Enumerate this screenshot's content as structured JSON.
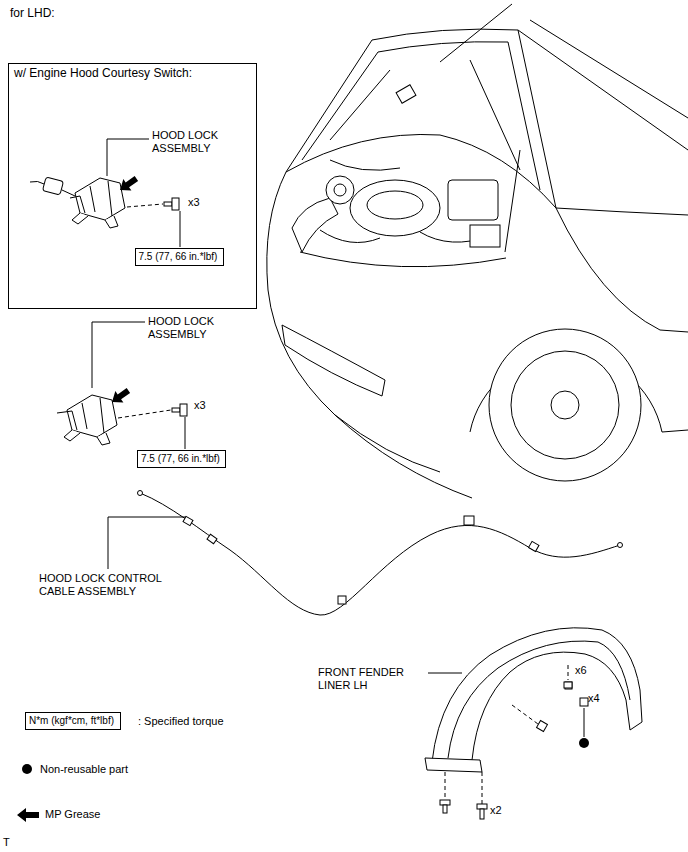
{
  "diagram": {
    "title": "for LHD:",
    "nodes": [
      {
        "text": [
          "w/ Engine Hood Courtesy Switch:"
        ]
      },
      {
        "text": [
          "7.5 (77, 66 in.*lbf)"
        ],
        "in": 0
      },
      {
        "text": [
          "7.5 (77, 66 in.*lbf)"
        ]
      },
      {
        "text": [
          "N*m (kgf*cm, ft*lbf)"
        ]
      }
    ],
    "labels": [
      "HOOD LOCK ASSEMBLY",
      "x3",
      "HOOD LOCK ASSEMBLY",
      "x3",
      "HOOD LOCK CONTROL CABLE ASSEMBLY",
      "FRONT FENDER LINER LH",
      "x6",
      "x4",
      "x2",
      "T"
    ],
    "legend": [
      {
        "text": ": Specified torque"
      },
      {
        "text": "Non-reusable part"
      },
      {
        "text": "MP Grease"
      }
    ]
  }
}
